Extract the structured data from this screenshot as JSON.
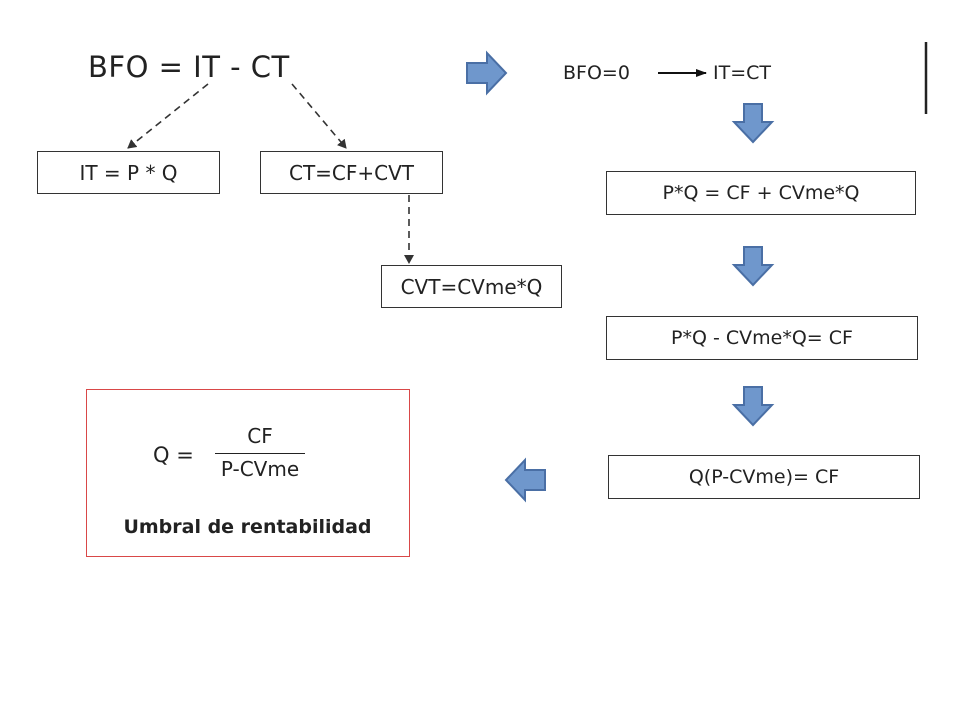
{
  "top": {
    "main_equation": "BFO = IT - CT",
    "break_even_condition": "BFO=0",
    "break_even_result": "IT=CT"
  },
  "decomposition": {
    "income_box": "IT = P * Q",
    "cost_box": "CT=CF+CVT",
    "variable_cost_box": "CVT=CVme*Q"
  },
  "steps": [
    "P*Q = CF + CVme*Q",
    "P*Q - CVme*Q= CF",
    "Q(P-CVme)= CF"
  ],
  "result": {
    "lhs": "Q =",
    "numerator": "CF",
    "denominator": "P-CVme",
    "label": "Umbral de rentabilidad"
  },
  "colors": {
    "arrow_fill": "#6f97cc",
    "arrow_stroke": "#4a6fa5",
    "result_border": "#d94848",
    "box_border": "#333333",
    "text": "#222222"
  },
  "icons": {
    "block_arrows": "block-arrow",
    "connectors": "dashed-arrow"
  }
}
